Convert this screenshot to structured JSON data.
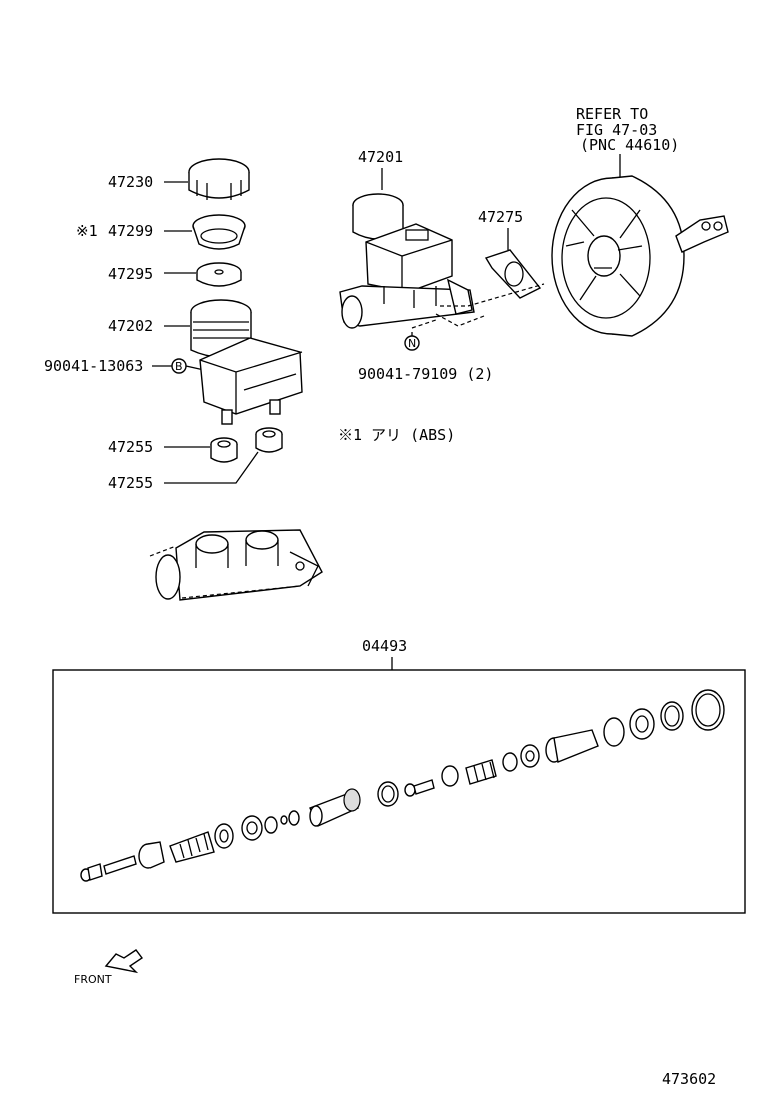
{
  "labels": {
    "p47230": "47230",
    "p47299_mark": "※1",
    "p47299": "47299",
    "p47295": "47295",
    "p47202": "47202",
    "p90041_13063": "90041-13063",
    "badge_b": "B",
    "p47255_a": "47255",
    "p47255_b": "47255",
    "p47201": "47201",
    "p47275": "47275",
    "badge_n": "N",
    "p90041_79109": "90041-79109 (2)",
    "refer_line1": "REFER TO",
    "refer_line2": "FIG 47-03",
    "refer_line3": "(PNC 44610)",
    "note_abs": "※1  アリ (ABS)",
    "kit": "04493",
    "front": "FRONT",
    "figure_id": "473602"
  }
}
